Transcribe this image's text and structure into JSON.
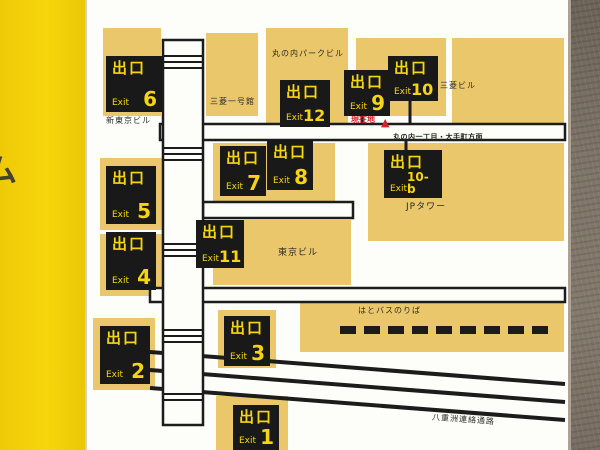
{
  "side_sign": {
    "partial_text": "ム"
  },
  "map": {
    "exits": [
      {
        "jp": "出口",
        "en": "Exit",
        "num": "6"
      },
      {
        "jp": "出口",
        "en": "Exit",
        "num": "12"
      },
      {
        "jp": "出口",
        "en": "Exit",
        "num": "9"
      },
      {
        "jp": "出口",
        "en": "Exit",
        "num": "10"
      },
      {
        "jp": "出口",
        "en": "Exit",
        "num": "5"
      },
      {
        "jp": "出口",
        "en": "Exit",
        "num": "7"
      },
      {
        "jp": "出口",
        "en": "Exit",
        "num": "8"
      },
      {
        "jp": "出口",
        "en": "Exit",
        "num": "10-b"
      },
      {
        "jp": "出口",
        "en": "Exit",
        "num": "11"
      },
      {
        "jp": "出口",
        "en": "Exit",
        "num": "4"
      },
      {
        "jp": "出口",
        "en": "Exit",
        "num": "3"
      },
      {
        "jp": "出口",
        "en": "Exit",
        "num": "2"
      },
      {
        "jp": "出口",
        "en": "Exit",
        "num": "1"
      }
    ],
    "buildings": [
      {
        "name": "丸の内パークビル"
      },
      {
        "name": "三菱一号館"
      },
      {
        "name": "新東京ビル"
      },
      {
        "name": "三菱ビル"
      },
      {
        "name": "JPタワー"
      },
      {
        "name": "東京ビル"
      },
      {
        "name": "はとバスのりば"
      },
      {
        "name": "八重洲連絡通路"
      }
    ],
    "current_location": {
      "label": "現在地",
      "marker": "▲"
    },
    "direction_sign": "丸の内一丁目・大手町方面"
  },
  "colors": {
    "sign_yellow": "#f6d60c",
    "badge_black": "#191919",
    "badge_text_yellow": "#f6d411",
    "building_tan": "#e9c76a",
    "location_red": "#d2232a",
    "wall_brown": "#7e7568"
  }
}
